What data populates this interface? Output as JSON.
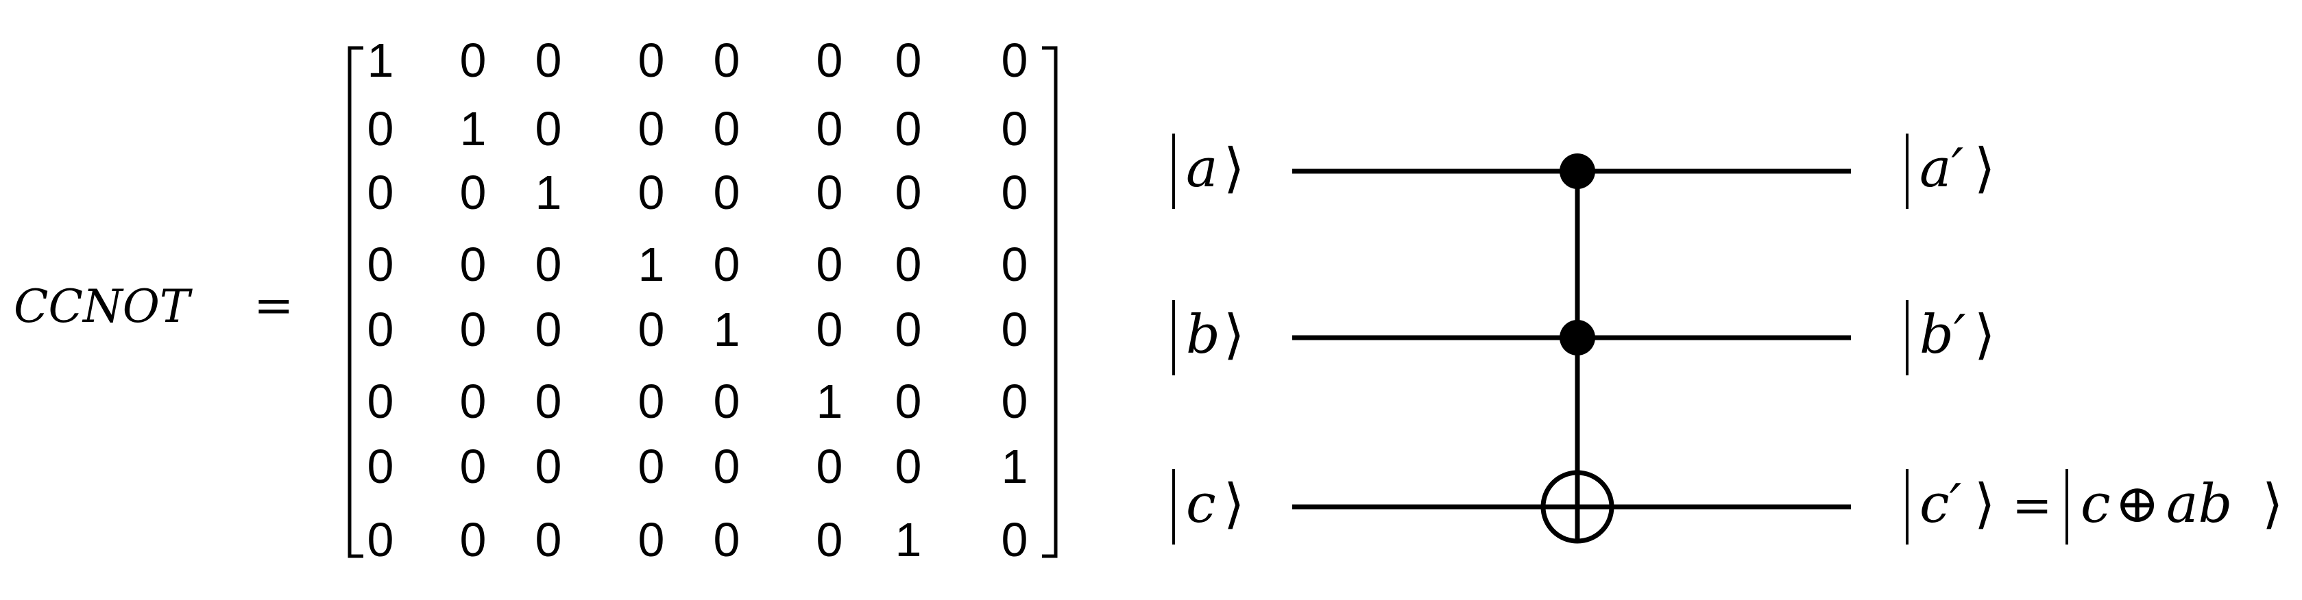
{
  "equation": {
    "lhs": "CCNOT",
    "equals": "="
  },
  "matrix": {
    "rows": [
      [
        "1",
        "0",
        "0",
        "0",
        "0",
        "0",
        "0",
        "0"
      ],
      [
        "0",
        "1",
        "0",
        "0",
        "0",
        "0",
        "0",
        "0"
      ],
      [
        "0",
        "0",
        "1",
        "0",
        "0",
        "0",
        "0",
        "0"
      ],
      [
        "0",
        "0",
        "0",
        "1",
        "0",
        "0",
        "0",
        "0"
      ],
      [
        "0",
        "0",
        "0",
        "0",
        "1",
        "0",
        "0",
        "0"
      ],
      [
        "0",
        "0",
        "0",
        "0",
        "0",
        "1",
        "0",
        "0"
      ],
      [
        "0",
        "0",
        "0",
        "0",
        "0",
        "0",
        "0",
        "1"
      ],
      [
        "0",
        "0",
        "0",
        "0",
        "0",
        "0",
        "1",
        "0"
      ]
    ]
  },
  "circuit": {
    "inputs": [
      "a",
      "b",
      "c"
    ],
    "outputs": [
      "a′",
      "b′",
      "c′"
    ],
    "output_c_result": {
      "equals": "=",
      "left": "c",
      "xor": "⊕",
      "right": "ab"
    },
    "gate": {
      "controls": [
        "a",
        "b"
      ],
      "target": "c"
    }
  }
}
